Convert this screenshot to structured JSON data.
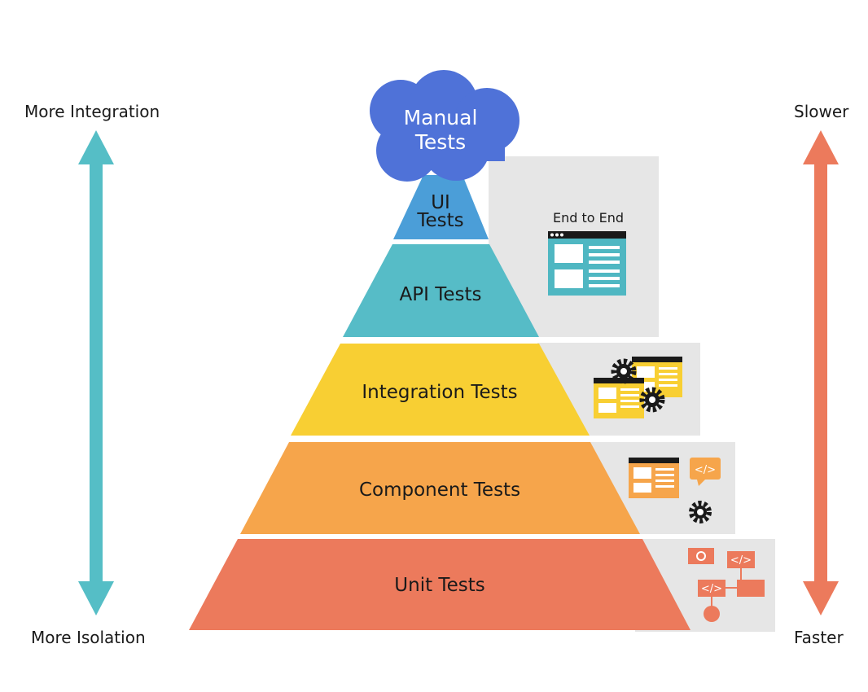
{
  "left_axis": {
    "top_label": "More Integration",
    "bottom_label": "More Isolation",
    "color": "#55bec6"
  },
  "right_axis": {
    "top_label": "Slower",
    "bottom_label": "Faster",
    "color": "#ec7a5c"
  },
  "cloud": {
    "line1": "Manual",
    "line2": "Tests",
    "color": "#4f72d8"
  },
  "tiers": [
    {
      "line1": "UI",
      "line2": "Tests",
      "color": "#4b9ed8"
    },
    {
      "label": "API Tests",
      "color": "#56bcc7"
    },
    {
      "label": "Integration Tests",
      "color": "#f8cf33"
    },
    {
      "label": "Component Tests",
      "color": "#f6a54b"
    },
    {
      "label": "Unit Tests",
      "color": "#ec7a5c"
    }
  ],
  "side_panel": {
    "end_to_end_label": "End to End",
    "color": "#e6e6e6"
  },
  "code_tag": "</>"
}
